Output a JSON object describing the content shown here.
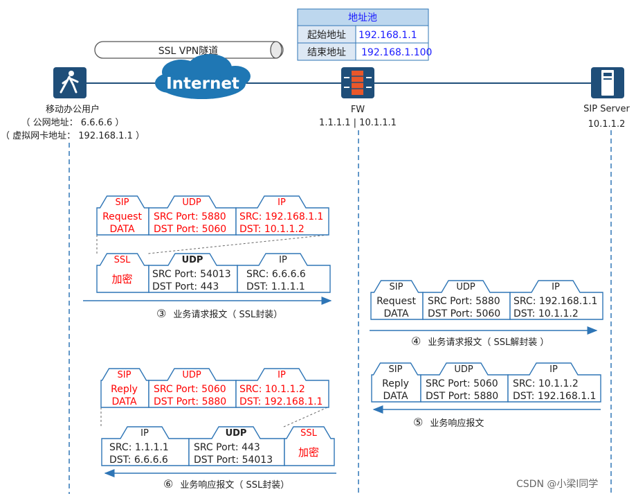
{
  "tunnel": {
    "label": "SSL VPN隧道"
  },
  "cloud": {
    "label": "Internet"
  },
  "pool": {
    "title": "地址池",
    "start_label": "起始地址",
    "start_value": "192.168.1.1",
    "end_label": "结束地址",
    "end_value": "192.168.1.100"
  },
  "user": {
    "name": "移动办公用户",
    "public": "（ 公网地址：  6.6.6.6 ）",
    "virtual": "（ 虚拟网卡地址：  192.168.1.1 ）"
  },
  "fw": {
    "name": "FW",
    "addr": "1.1.1.1 | 10.1.1.1"
  },
  "server": {
    "name": "SIP Server",
    "addr": "10.1.1.2"
  },
  "p3": {
    "sip": [
      "SIP",
      "Request",
      "DATA"
    ],
    "udp": [
      "UDP",
      "SRC Port:  5880",
      "DST Port:  5060"
    ],
    "ip": [
      "IP",
      "SRC:  192.168.1.1",
      "DST:  10.1.1.2"
    ],
    "ssl": [
      "SSL",
      "加密"
    ],
    "oudp": [
      "UDP",
      "SRC Port:  54013",
      "DST Port:    443"
    ],
    "oip": [
      "IP",
      "SRC:    6.6.6.6",
      "DST:    1.1.1.1"
    ],
    "num": "③",
    "caption": "业务请求报文（ SSL封装）"
  },
  "p4": {
    "sip": [
      "SIP",
      "Request",
      "DATA"
    ],
    "udp": [
      "UDP",
      "SRC Port:  5880",
      "DST Port:  5060"
    ],
    "ip": [
      "IP",
      "SRC:  192.168.1.1",
      "DST:   10.1.1.2"
    ],
    "num": "④",
    "caption": "业务请求报文（ SSL解封装 ）"
  },
  "p5": {
    "sip": [
      "SIP",
      "Reply",
      "DATA"
    ],
    "udp": [
      "UDP",
      "SRC Port:  5060",
      "DST Port:  5880"
    ],
    "ip": [
      "IP",
      "SRC:  10.1.1.2",
      "DST:   192.168.1.1"
    ],
    "num": "⑤",
    "caption": "业务响应报文"
  },
  "p6": {
    "sip": [
      "SIP",
      "Reply",
      "DATA"
    ],
    "udp": [
      "UDP",
      "SRC Port:  5060",
      "DST Port:  5880"
    ],
    "ip": [
      "IP",
      "SRC:  10.1.1.2",
      "DST:  192.168.1.1"
    ],
    "oip": [
      "IP",
      "SRC:    1.1.1.1",
      "DST:    6.6.6.6"
    ],
    "oudp": [
      "UDP",
      "SRC Port:    443",
      "DST Port:   54013"
    ],
    "ssl": [
      "SSL",
      "加密"
    ],
    "num": "⑥",
    "caption": "业务响应报文（ SSL封装）"
  },
  "watermark": "CSDN @小梁l同学",
  "colors": {
    "blue": "#1f4e79",
    "red": "#ff0000",
    "accent": "#0000ff",
    "line": "#2e75b6"
  }
}
